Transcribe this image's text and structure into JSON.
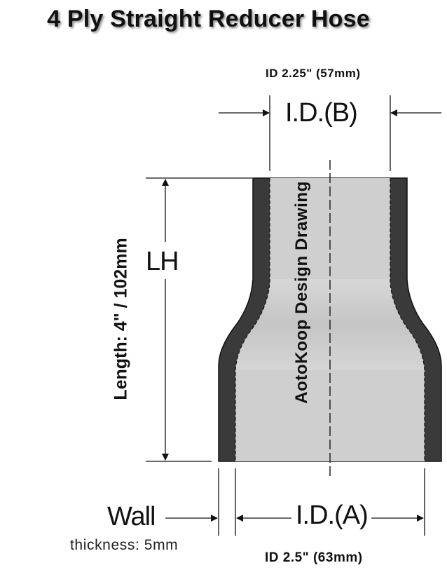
{
  "title": "4 Ply Straight Reducer Hose",
  "top_dimension": {
    "label": "ID 2.25\" (57mm)",
    "symbol": "I.D.(B)"
  },
  "length_dimension": {
    "label": "Length: 4\" / 102mm",
    "symbol": "LH"
  },
  "bottom_dimension": {
    "label": "ID 2.5\" (63mm)",
    "symbol": "I.D.(A)"
  },
  "wall": {
    "symbol": "Wall",
    "label": "thickness: 5mm"
  },
  "watermark": "AotoKoop Design Drawing",
  "colors": {
    "wall": "#3a3a3a",
    "interior": "#cfcfcf",
    "line": "#111111"
  }
}
